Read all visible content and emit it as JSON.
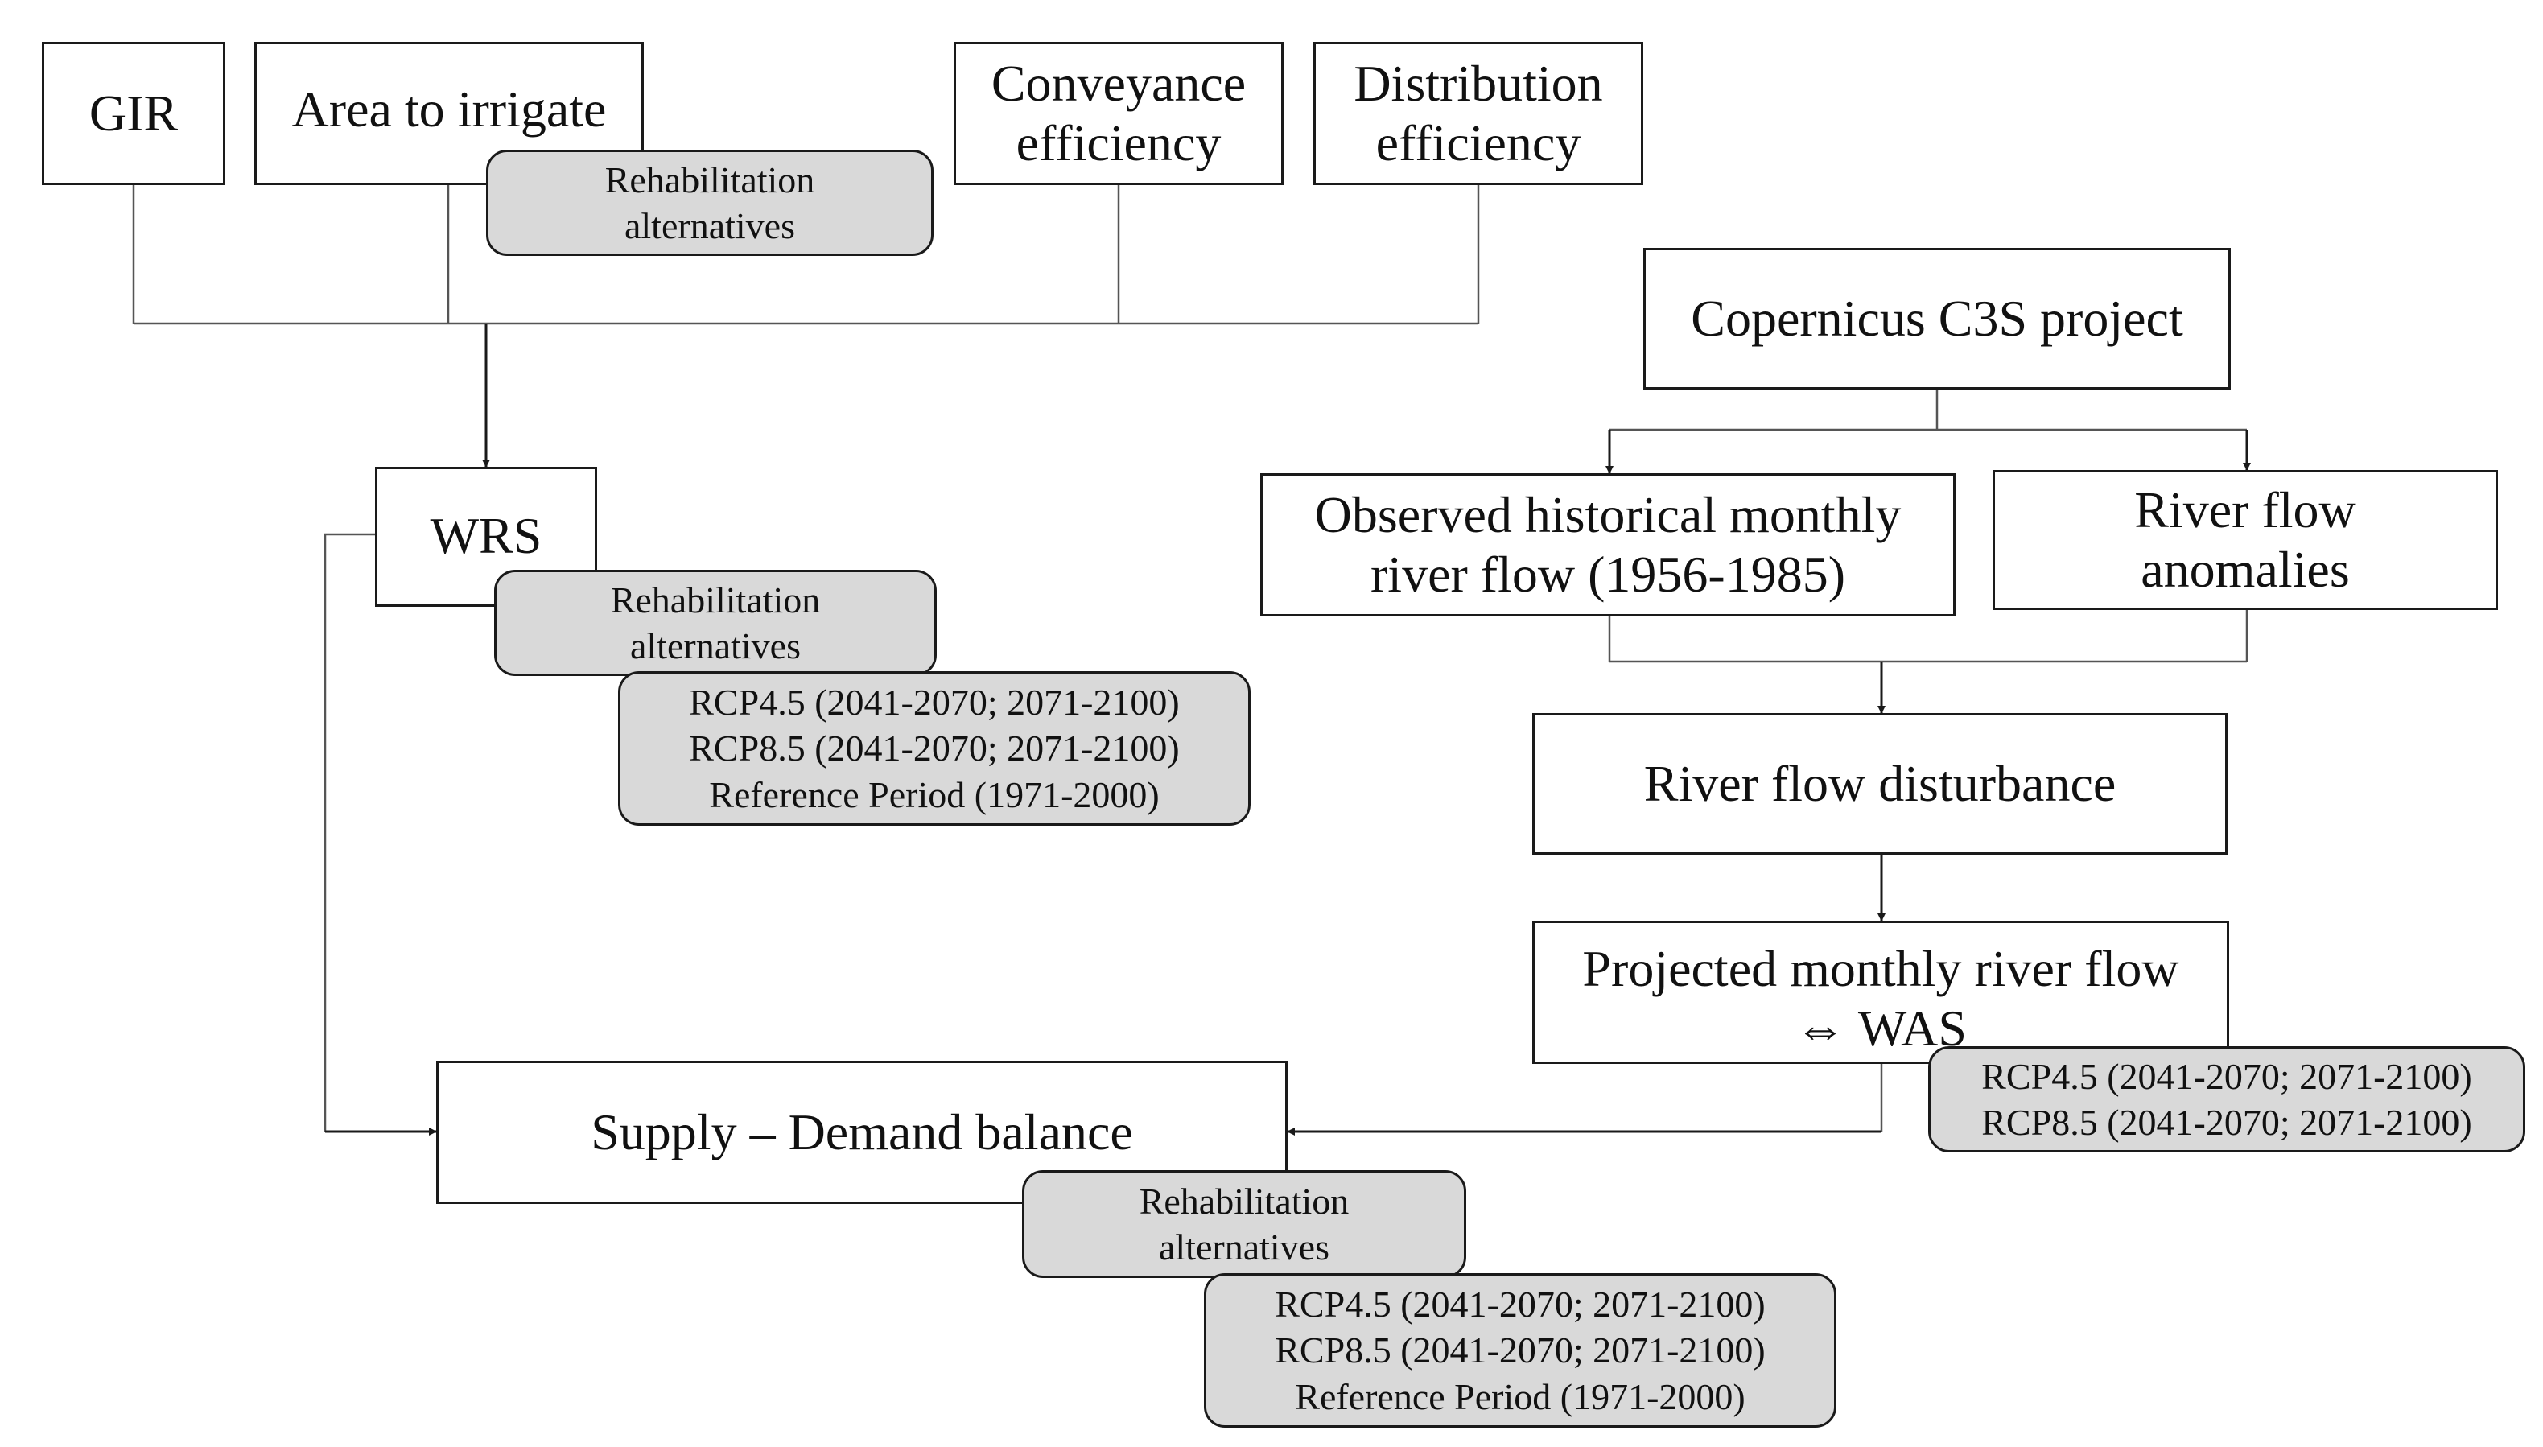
{
  "nodes": {
    "gir": "GIR",
    "area_to_irrigate": "Area to irrigate",
    "conveyance": [
      "Conveyance",
      "efficiency"
    ],
    "distribution": [
      "Distribution",
      "efficiency"
    ],
    "copernicus": "Copernicus C3S project",
    "observed": [
      "Observed historical monthly",
      "river flow (1956-1985)"
    ],
    "river_flow_anomalies": [
      "River flow",
      "anomalies"
    ],
    "river_flow_disturbance": "River flow disturbance",
    "projected": [
      "Projected monthly river flow",
      "⇔ WAS"
    ],
    "wrs": "WRS",
    "supply_demand": "Supply – Demand balance"
  },
  "notes": {
    "rehab_top": [
      "Rehabilitation",
      "alternatives"
    ],
    "rehab_wrs": [
      "Rehabilitation",
      "alternatives"
    ],
    "scen_wrs": [
      "RCP4.5  (2041-2070; 2071-2100)",
      "RCP8.5  (2041-2070; 2071-2100)",
      "Reference Period  (1971-2000)"
    ],
    "scen_projected": [
      "RCP4.5  (2041-2070; 2071-2100)",
      "RCP8.5  (2041-2070; 2071-2100)"
    ],
    "rehab_balance": [
      "Rehabilitation",
      "alternatives"
    ],
    "scen_balance": [
      "RCP4.5  (2041-2070; 2071-2100)",
      "RCP8.5  (2041-2070; 2071-2100)",
      "Reference Period  (1971-2000)"
    ]
  },
  "colors": {
    "box_border": "#1a1a1a",
    "note_fill": "#d9d9d9",
    "connector": "#555555"
  }
}
